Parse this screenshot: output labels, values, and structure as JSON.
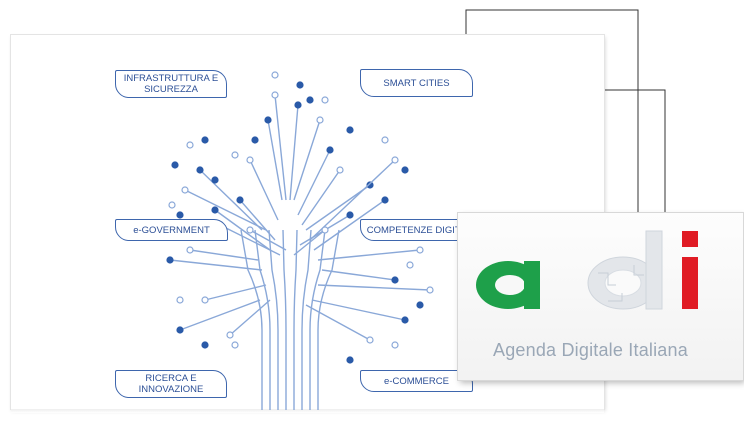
{
  "labels": {
    "top_left_line1": "INFRASTRUTTURA E",
    "top_left_line2": "SICUREZZA",
    "top_right": "SMART CITIES",
    "mid_left": "e-GOVERNMENT",
    "mid_right": "COMPETENZE DIGITA",
    "bottom_left_line1": "RICERCA E",
    "bottom_left_line2": "INNOVAZIONE",
    "bottom_right": "e-COMMERCE"
  },
  "logo": {
    "mark_text": "adi",
    "subtitle": "Agenda Digitale Italiana"
  },
  "colors": {
    "circuit_line": "#8aa8d8",
    "node_dark": "#2a5aa8",
    "label_border": "#3e66ad",
    "label_text": "#2c4f96",
    "logo_green": "#1ea04a",
    "logo_red": "#e01b24",
    "connector": "#333333"
  }
}
